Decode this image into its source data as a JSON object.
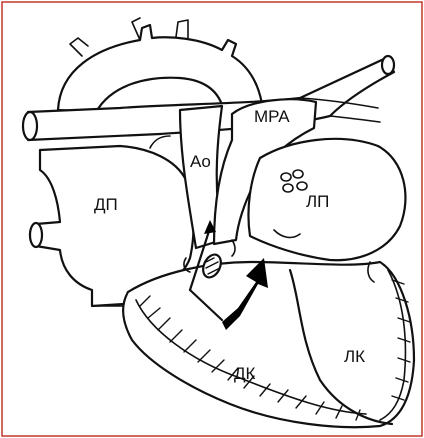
{
  "frame_color": "#c0392b",
  "line_color": "#111111",
  "arrow_color": "#000000",
  "labels": {
    "right_atrium": "ДП",
    "aorta": "Ao",
    "main_pulmonary_artery": "MPA",
    "left_atrium": "ЛП",
    "right_ventricle": "ДК",
    "left_ventricle": "ЛК"
  }
}
